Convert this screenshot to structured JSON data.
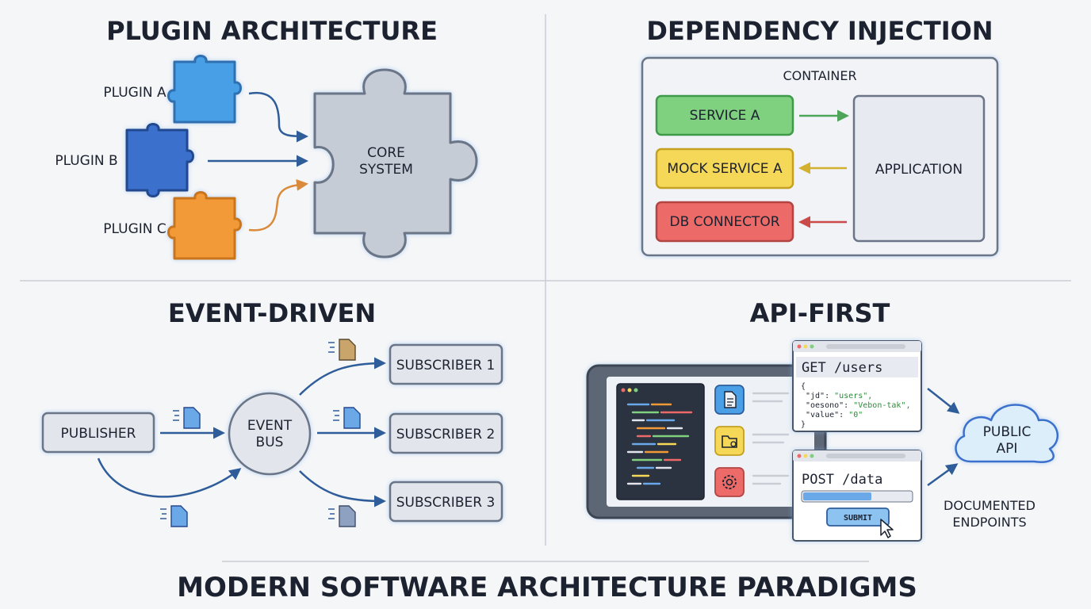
{
  "footer_title": "MODERN SOFTWARE ARCHITECTURE PARADIGMS",
  "plugin": {
    "title": "PLUGIN ARCHITECTURE",
    "plugin_a": "PLUGIN A",
    "plugin_b": "PLUGIN B",
    "plugin_c": "PLUGIN C",
    "core_line1": "CORE",
    "core_line2": "SYSTEM",
    "colors": {
      "a": "#4a9fe6",
      "b": "#3b6fcc",
      "c": "#f29a38",
      "core": "#c6ccd6"
    }
  },
  "di": {
    "title": "DEPENDENCY INJECTION",
    "container": "CONTAINER",
    "service_a": "SERVICE A",
    "mock_service_a": "MOCK SERVICE A",
    "db_connector": "DB CONNECTOR",
    "application": "APPLICATION",
    "colors": {
      "service": "#7fd07f",
      "mock": "#f6d858",
      "db": "#ec6b68"
    }
  },
  "event": {
    "title": "EVENT-DRIVEN",
    "publisher": "PUBLISHER",
    "bus_line1": "EVENT",
    "bus_line2": "BUS",
    "subscriber_1": "SUBSCRIBER 1",
    "subscriber_2": "SUBSCRIBER 2",
    "subscriber_3": "SUBSCRIBER 3"
  },
  "api": {
    "title": "API-FIRST",
    "get_endpoint": "GET /users",
    "json_open": "{",
    "json_key_1": "\"jd\": ",
    "json_val_1": "\"users\",",
    "json_key_2": "\"oesono\": ",
    "json_val_2": "\"Vebon-tak\",",
    "json_key_3": "\"value\": ",
    "json_val_3": "\"0\"",
    "json_close": "}",
    "post_endpoint": "POST /data",
    "submit": "SUBMIT",
    "public_api_line1": "PUBLIC",
    "public_api_line2": "API",
    "documented_line1": "DOCUMENTED",
    "documented_line2": "ENDPOINTS",
    "icons": [
      "document-icon",
      "folder-icon",
      "gear-icon"
    ]
  }
}
